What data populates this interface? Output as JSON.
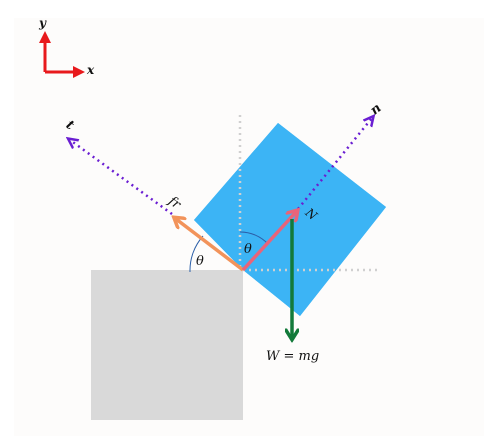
{
  "labels": {
    "axis_y": "y",
    "axis_x": "x",
    "n": "n",
    "t": "t",
    "friction": "fr",
    "normal": "N",
    "theta_block": "θ",
    "theta_table": "θ",
    "weight": "W = mg"
  },
  "colors": {
    "background": "#fdfcfb",
    "table": "#d9d9d9",
    "block": "#3cb4f5",
    "axes": "#e8191c",
    "dotted_axis": "#6a1ed2",
    "friction_arrow": "#f2935a",
    "normal_arrow": "#e8647a",
    "weight_arrow": "#137a3a",
    "angle_arc": "#2c5fa8",
    "guide_dots": "#d0d0d0"
  }
}
